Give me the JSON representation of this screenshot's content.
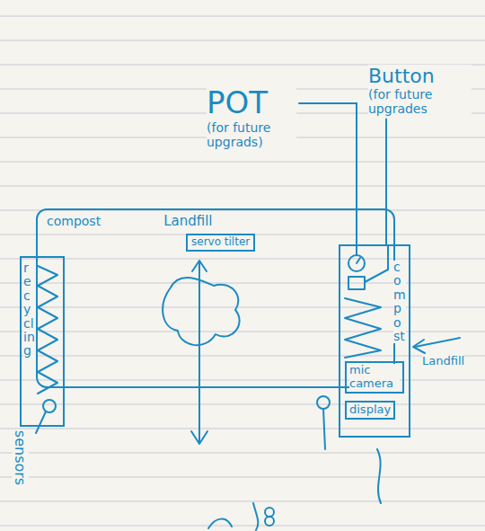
{
  "diagram": {
    "nodes": [
      {
        "text": [
          "POT",
          "(for future upgrads)"
        ]
      },
      {
        "text": [
          "Button",
          "(for future upgrades"
        ]
      },
      {
        "text": [
          "compost",
          "Landfill"
        ]
      },
      {
        "text": [
          "recycling"
        ],
        "in": 2
      },
      {
        "text": [
          "servo tilter"
        ],
        "in": 2
      },
      {
        "text": [
          "compost"
        ],
        "in": 2
      },
      {
        "text": [
          "mic camera"
        ],
        "in": 5
      },
      {
        "text": [
          "display"
        ],
        "in": 5
      }
    ],
    "edges": [
      {
        "from": 0,
        "to": 5,
        "arrow": "none"
      },
      {
        "from": 1,
        "to": 5,
        "arrow": "none"
      }
    ],
    "labels": [
      "sensors",
      "Landfill"
    ]
  }
}
